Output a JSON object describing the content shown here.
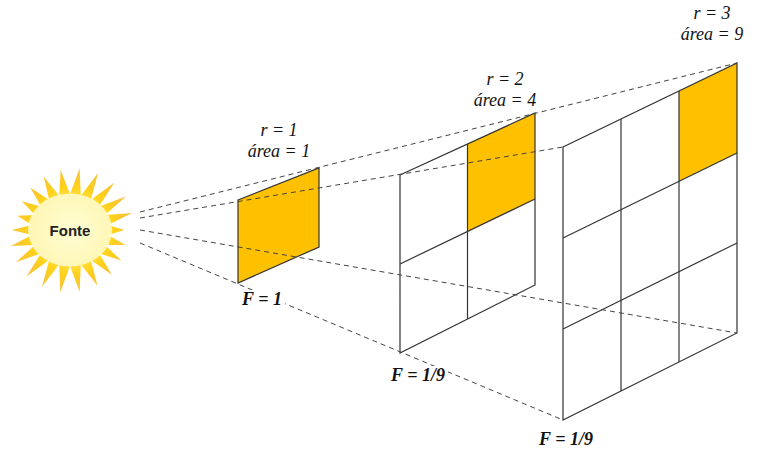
{
  "diagram": {
    "nodes": [
      {
        "text": [
          "Fonte"
        ]
      }
    ],
    "labels": [
      "r = 1",
      "área = 1",
      "r = 2",
      "área = 4",
      "r = 3",
      "área = 9",
      "F = 1",
      "F = 1/9",
      "F = 1/9"
    ]
  }
}
